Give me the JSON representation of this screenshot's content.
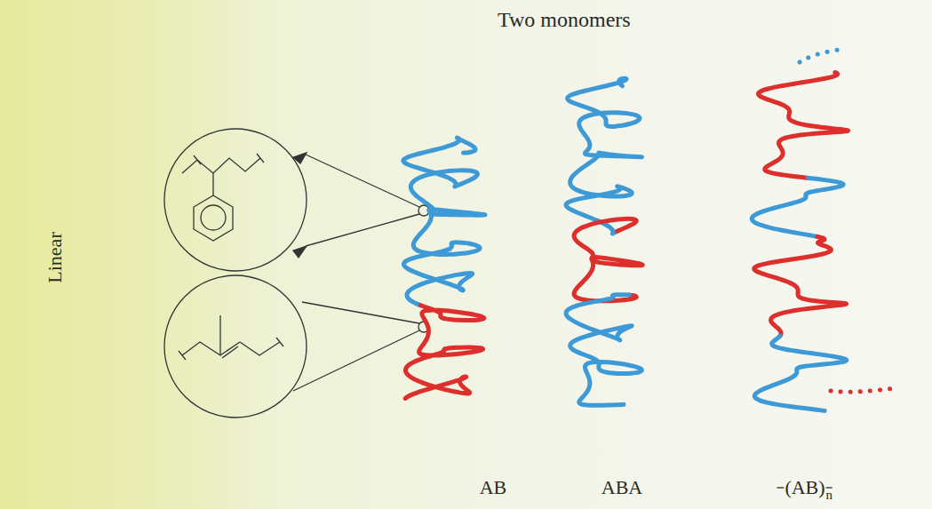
{
  "diagram": {
    "title": "Two monomers",
    "labels": [
      "Linear",
      "AB",
      "ABA",
      "(AB)",
      "n"
    ]
  }
}
